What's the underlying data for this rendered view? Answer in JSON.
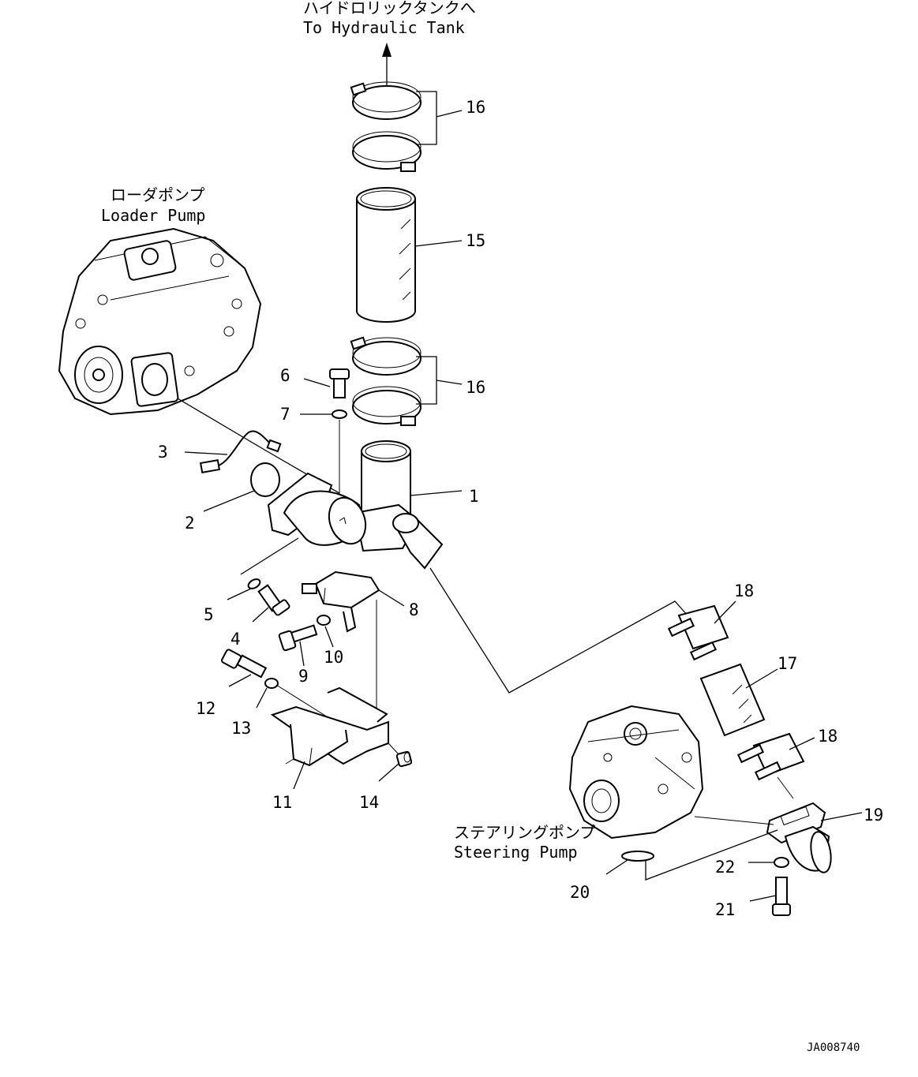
{
  "labels": {
    "tank_jp": "ハイドロリックタンクへ",
    "tank_en": "To Hydraulic Tank",
    "loader_jp": "ローダポンプ",
    "loader_en": "Loader Pump",
    "steering_jp": "ステアリングポンプ",
    "steering_en": "Steering Pump",
    "drawing_code": "JA008740"
  },
  "callouts": {
    "c1": "1",
    "c2": "2",
    "c3": "3",
    "c4": "4",
    "c5": "5",
    "c6": "6",
    "c7": "7",
    "c8": "8",
    "c9": "9",
    "c10": "10",
    "c11": "11",
    "c12": "12",
    "c13": "13",
    "c14": "14",
    "c15": "15",
    "c16a": "16",
    "c16b": "16",
    "c17": "17",
    "c18a": "18",
    "c18b": "18",
    "c19": "19",
    "c20": "20",
    "c21": "21",
    "c22": "22"
  }
}
